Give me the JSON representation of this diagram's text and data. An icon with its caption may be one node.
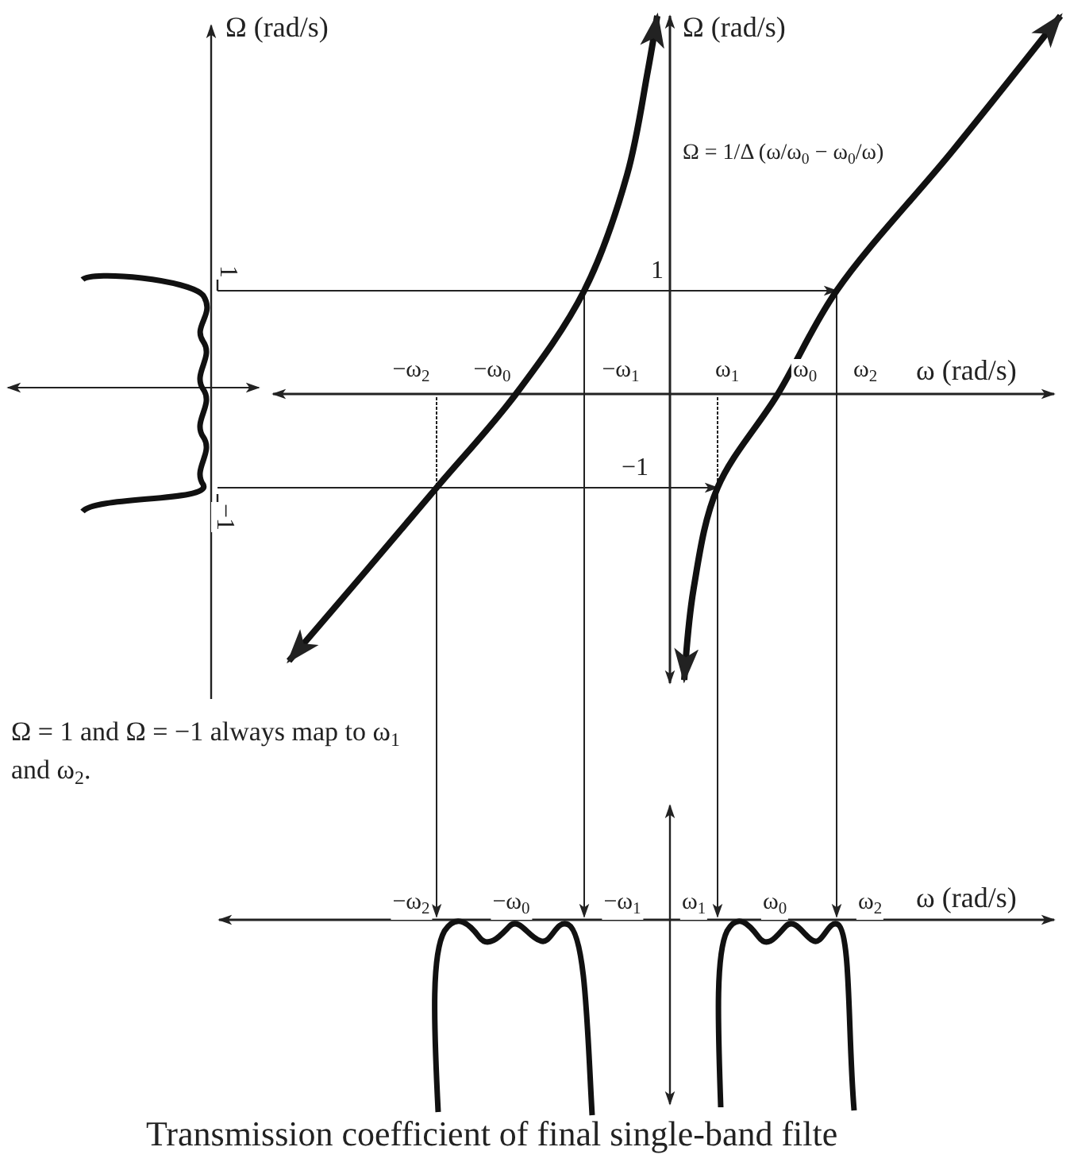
{
  "diagram": {
    "caption": "Transmission coefficient of final single-band filte",
    "labels": [
      "Ω (rad/s)",
      "Ω (rad/s)",
      "Ω = 1/Δ (ω/ω$_{0}$ − ω$_{0}$/ω)",
      "1",
      "1",
      "−1",
      "−1",
      "−ω$_{2}$",
      "−ω$_{0}$",
      "−ω$_{1}$",
      "ω$_{1}$",
      "ω$_{0}$",
      "ω$_{2}$",
      "ω (rad/s)",
      "Ω = 1 and Ω = −1 always map to ω$_{1}$ and ω$_{2}$.",
      "−ω$_{2}$",
      "−ω$_{0}$",
      "−ω$_{1}$",
      "ω$_{1}$",
      "ω$_{0}$",
      "ω$_{2}$",
      "ω (rad/s)"
    ]
  }
}
